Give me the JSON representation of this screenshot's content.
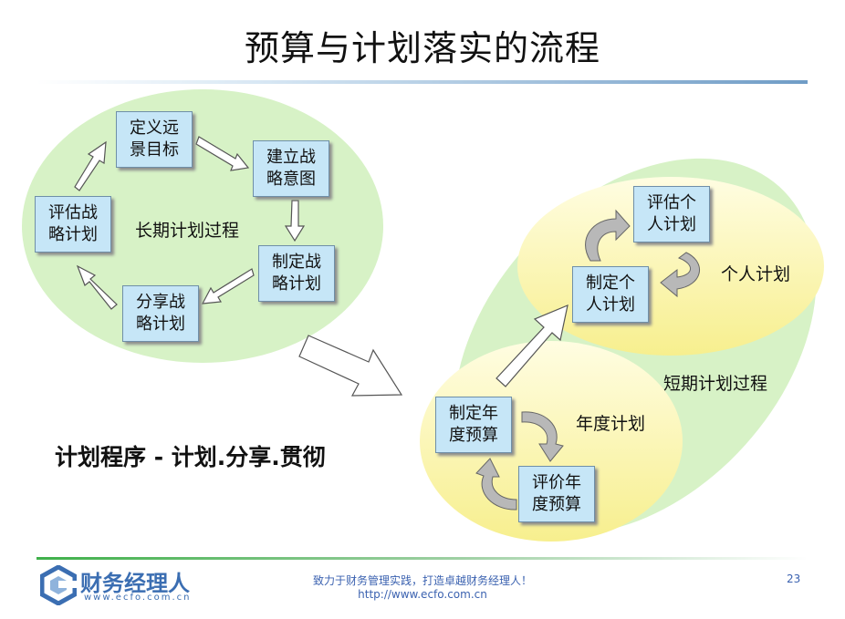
{
  "title": "预算与计划落实的流程",
  "long_term": {
    "label": "长期计划过程",
    "steps": [
      "定义远景目标",
      "建立战略意图",
      "制定战略计划",
      "分享战略计划",
      "评估战略计划"
    ]
  },
  "short_term": {
    "label": "短期计划过程",
    "personal": {
      "label": "个人计划",
      "steps": [
        "评估个人计划",
        "制定个人计划"
      ]
    },
    "annual": {
      "label": "年度计划",
      "steps": [
        "制定年度预算",
        "评价年度预算"
      ]
    }
  },
  "subtitle": "计划程序 - 计划.分享.贯彻",
  "footer": {
    "brand": "财务经理人",
    "brand_url": "www.ecfo.com.cn",
    "slogan": "致力于财务管理实践，打造卓越财务经理人！",
    "url": "http://www.ecfo.com.cn",
    "page": "23"
  },
  "colors": {
    "green_region": "#d7f2c6",
    "yellow_region": "#fbf6b3",
    "box_fill": "#c6e6f7",
    "brand_blue": "#3b6eb2"
  }
}
